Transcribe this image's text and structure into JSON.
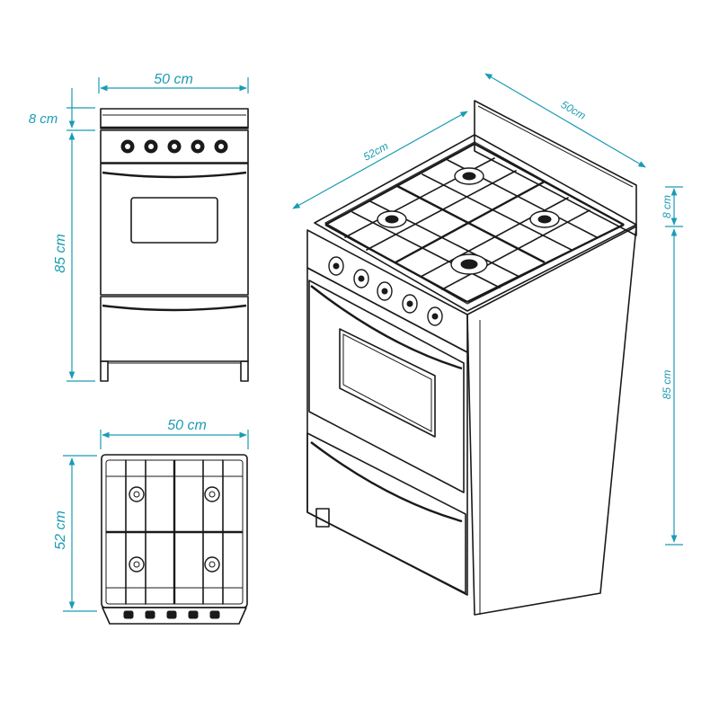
{
  "colors": {
    "dimension": "#1b9bb5",
    "line": "#1a1a1a",
    "background": "#ffffff"
  },
  "front_view": {
    "width_label": "50 cm",
    "top_height_label": "8 cm",
    "body_height_label": "85 cm"
  },
  "top_view": {
    "width_label": "50 cm",
    "depth_label": "52 cm"
  },
  "iso_view": {
    "depth_label": "52cm",
    "width_label": "50cm",
    "top_height_label": "8 cm",
    "body_height_label": "85 cm"
  }
}
